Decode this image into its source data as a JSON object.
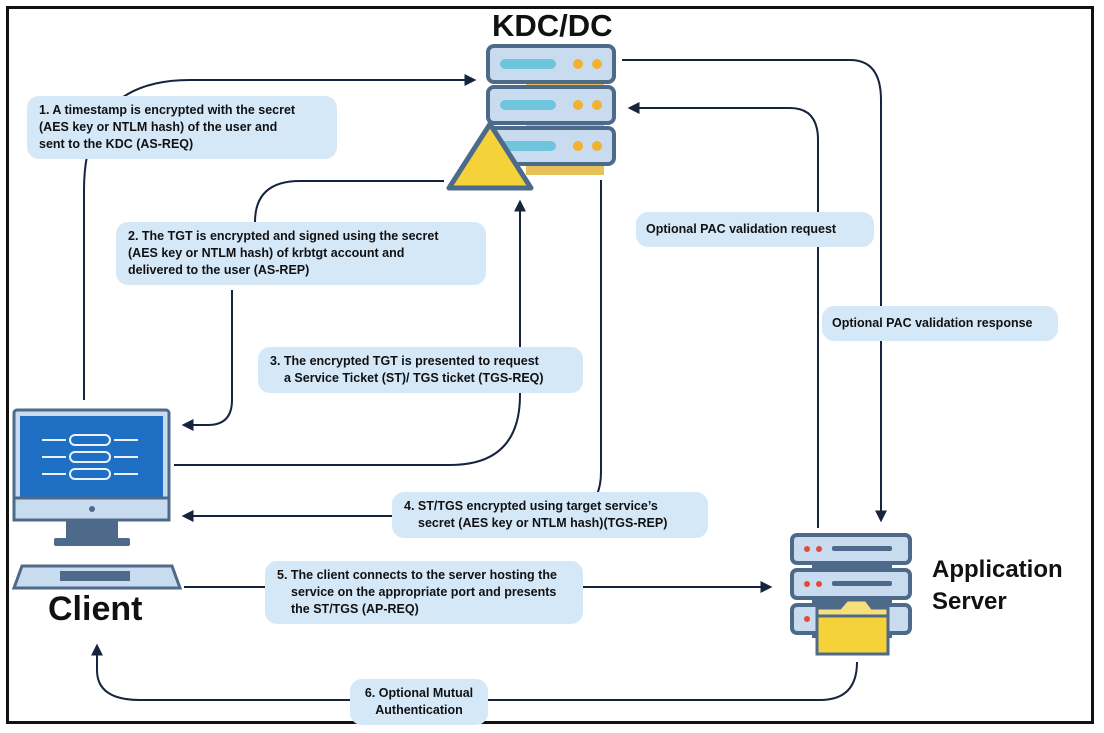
{
  "nodes": {
    "kdc": "KDC/DC",
    "client": "Client",
    "app_server_line1": "Application",
    "app_server_line2": "Server"
  },
  "steps": {
    "s1": [
      "1. A timestamp is encrypted with the secret",
      "(AES key or NTLM hash) of the user and",
      "sent to the KDC (AS-REQ)"
    ],
    "s2": [
      "2. The TGT is encrypted and signed using the secret",
      "(AES key or NTLM hash) of  krbtgt account and",
      "delivered to the user (AS-REP)"
    ],
    "s3": [
      "3. The encrypted TGT is presented to request",
      "a Service Ticket (ST)/ TGS ticket (TGS-REQ)"
    ],
    "s4": [
      "4. ST/TGS encrypted using target service’s",
      "secret (AES key or NTLM hash)(TGS-REP)"
    ],
    "s5": [
      "5. The client connects to the server hosting the",
      "service on the appropriate port and presents",
      "the ST/TGS (AP-REQ)"
    ],
    "s6": [
      "6. Optional Mutual",
      "Authentication"
    ],
    "pac_request": "Optional PAC validation request",
    "pac_response": "Optional PAC validation response"
  },
  "icons": [
    "server-rack-icon",
    "warning-icon",
    "monitor-icon",
    "keyboard-icon",
    "folder-icon"
  ],
  "colors": {
    "label_bg": "#d5e8f8",
    "arrow": "#16243d",
    "server_body": "#c9dcef",
    "warning": "#f6d23a",
    "screen": "#1f6fc4"
  }
}
